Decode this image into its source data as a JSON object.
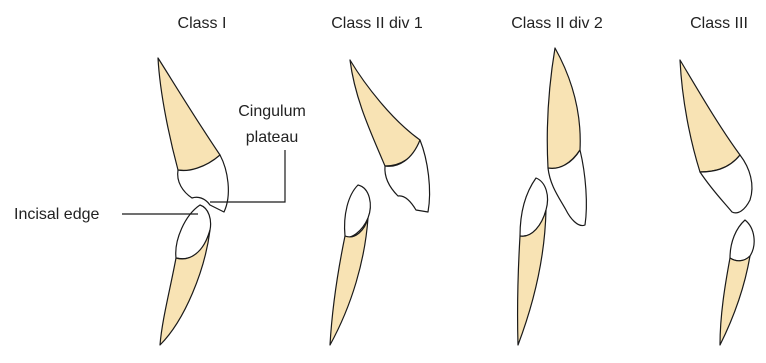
{
  "columns": [
    {
      "title": "Class I"
    },
    {
      "title": "Class II div 1"
    },
    {
      "title": "Class II div 2"
    },
    {
      "title": "Class III"
    }
  ],
  "annotations": {
    "incisal_edge": "Incisal edge",
    "cingulum_line1": "Cingulum",
    "cingulum_line2": "plateau"
  },
  "colors": {
    "root": "#f8e3b4",
    "crown": "#ffffff",
    "outline": "#1a1a1a"
  }
}
